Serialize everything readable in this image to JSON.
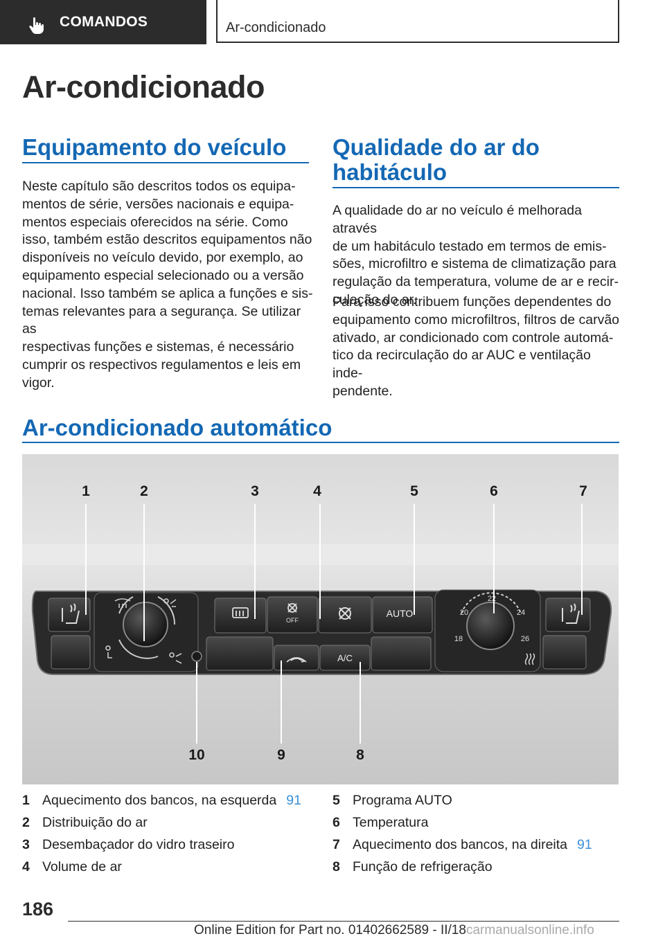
{
  "header": {
    "section_tab": "COMANDOS",
    "topic_tab": "Ar-condicionado",
    "hand_icon": "hand-pointer-icon"
  },
  "page_title": "Ar-condicionado",
  "sections": {
    "equipment": {
      "title": "Equipamento do veículo",
      "lines": [
        "Neste capítulo são descritos todos os equipa‐",
        "mentos de série, versões nacionais e equipa‐",
        "mentos especiais oferecidos na série. Como",
        "isso, também estão descritos equipamentos não",
        "disponíveis no veículo devido, por exemplo, ao",
        "equipamento especial selecionado ou a versão",
        "nacional. Isso também se aplica a funções e sis‐",
        "temas relevantes para a segurança. Se utilizar as",
        "respectivas funções e sistemas, é necessário",
        "cumprir os respectivos regulamentos e leis em",
        "vigor."
      ]
    },
    "air_quality": {
      "title_line1": "Qualidade do ar do",
      "title_line2": "habitáculo",
      "para1": [
        "A qualidade do ar no veículo é melhorada através",
        "de um habitáculo testado em termos de emis‐",
        "sões, microfiltro e sistema de climatização para",
        "regulação da temperatura, volume de ar e recir‐",
        "culação do ar."
      ],
      "para2": [
        "Para isso contribuem funções dependentes do",
        "equipamento como microfiltros, filtros de carvão",
        "ativado, ar condicionado com controle automá‐",
        "tico da recirculação do ar AUC e ventilação inde‐",
        "pendente."
      ]
    },
    "auto_ac": {
      "title": "Ar-condicionado automático"
    }
  },
  "figure": {
    "callouts_top": [
      "1",
      "2",
      "3",
      "4",
      "5",
      "6",
      "7"
    ],
    "callouts_bottom": [
      "10",
      "9",
      "8"
    ],
    "button_labels": {
      "auto": "AUTO",
      "ac": "A/C",
      "off": "OFF"
    },
    "temperature_marks": [
      "22",
      "20",
      "24",
      "18",
      "26"
    ]
  },
  "legend_left": [
    {
      "num": "1",
      "text": "Aquecimento dos bancos, na esquerda",
      "ref": "91"
    },
    {
      "num": "2",
      "text": "Distribuição do ar",
      "ref": ""
    },
    {
      "num": "3",
      "text": "Desembaçador do vidro traseiro",
      "ref": ""
    },
    {
      "num": "4",
      "text": "Volume de ar",
      "ref": ""
    }
  ],
  "legend_right": [
    {
      "num": "5",
      "text": "Programa AUTO",
      "ref": ""
    },
    {
      "num": "6",
      "text": "Temperatura",
      "ref": ""
    },
    {
      "num": "7",
      "text": "Aquecimento dos bancos, na direita",
      "ref": "91"
    },
    {
      "num": "8",
      "text": "Função de refrigeração",
      "ref": ""
    }
  ],
  "footer": {
    "page_number": "186",
    "edition_text": "Online Edition for Part no. 01402662589 - II/18",
    "watermark": "carmanualsonline.info"
  },
  "colors": {
    "heading_blue": "#1468b4",
    "dark": "#2c2c2c",
    "ref_blue": "#3c8fd6"
  }
}
